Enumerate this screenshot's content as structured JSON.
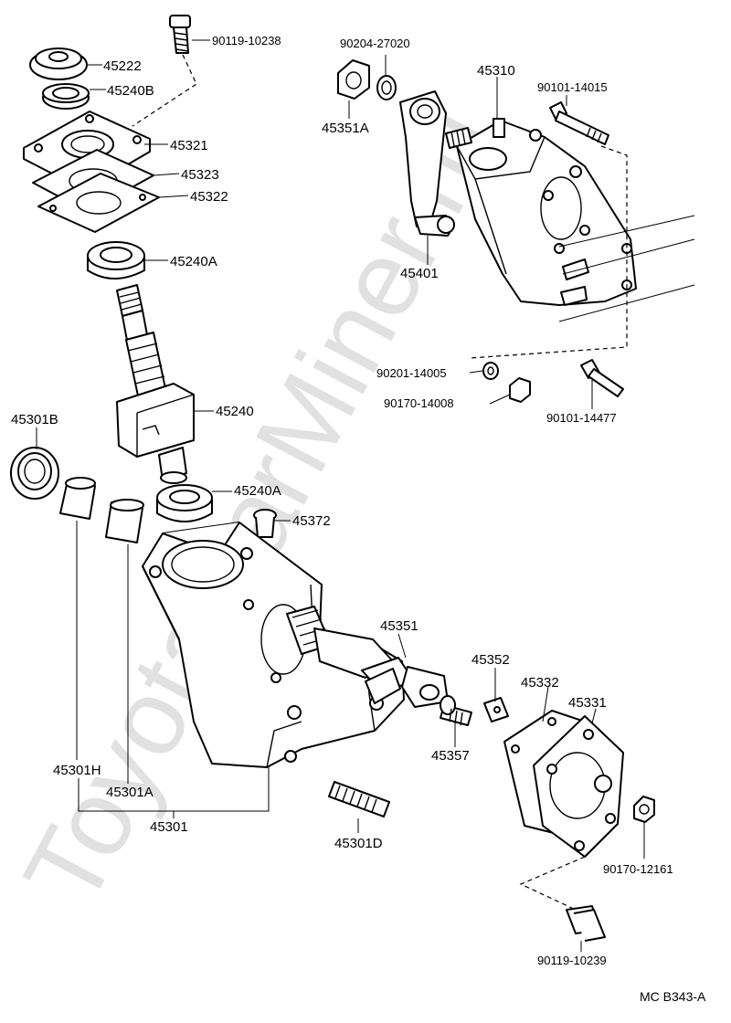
{
  "watermark": "ToyotaCarMiner.ru",
  "diagram_code": "MC B343-A",
  "labels": {
    "p90119_10238": "90119-10238",
    "p45222": "45222",
    "p45240B": "45240B",
    "p45321": "45321",
    "p45323": "45323",
    "p45322": "45322",
    "p45240A_top": "45240A",
    "p45240": "45240",
    "p45240A_mid": "45240A",
    "p45301B": "45301B",
    "p45372": "45372",
    "p45351": "45351",
    "p45301H": "45301H",
    "p45301A": "45301A",
    "p45301": "45301",
    "p45301D": "45301D",
    "p45352": "45352",
    "p45357": "45357",
    "p45332": "45332",
    "p45331": "45331",
    "p90170_12161": "90170-12161",
    "p90119_10239": "90119-10239",
    "p90204_27020": "90204-27020",
    "p45351A": "45351A",
    "p45310": "45310",
    "p90101_14015": "90101-14015",
    "p45401": "45401",
    "p90201_14005": "90201-14005",
    "p90170_14008": "90170-14008",
    "p90101_14477": "90101-14477"
  }
}
